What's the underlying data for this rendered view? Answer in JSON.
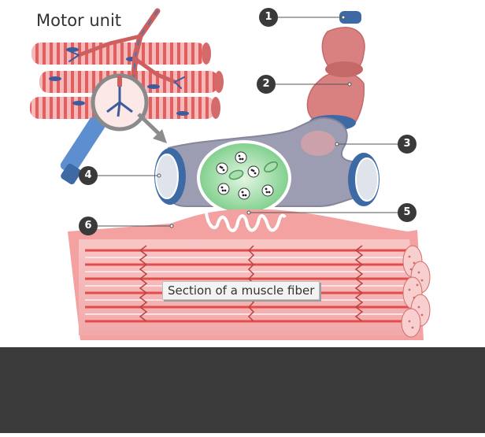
{
  "title": "Motor unit",
  "caption": "Section of a muscle fiber",
  "markers": [
    {
      "id": "1",
      "label": "1"
    },
    {
      "id": "2",
      "label": "2"
    },
    {
      "id": "3",
      "label": "3"
    },
    {
      "id": "4",
      "label": "4"
    },
    {
      "id": "5",
      "label": "5"
    },
    {
      "id": "6",
      "label": "6"
    }
  ],
  "colors": {
    "muscle": "#f3a7a7",
    "muscle_stripe": "#e05a5a",
    "nerve_sheath": "#d97878",
    "terminal": "#9c9cb3",
    "vesicle_green": "#9fd8a8",
    "myelin_blue": "#3e6ea0",
    "marker": "#3a3a3a",
    "bottom_bar": "#3b3b3b"
  }
}
